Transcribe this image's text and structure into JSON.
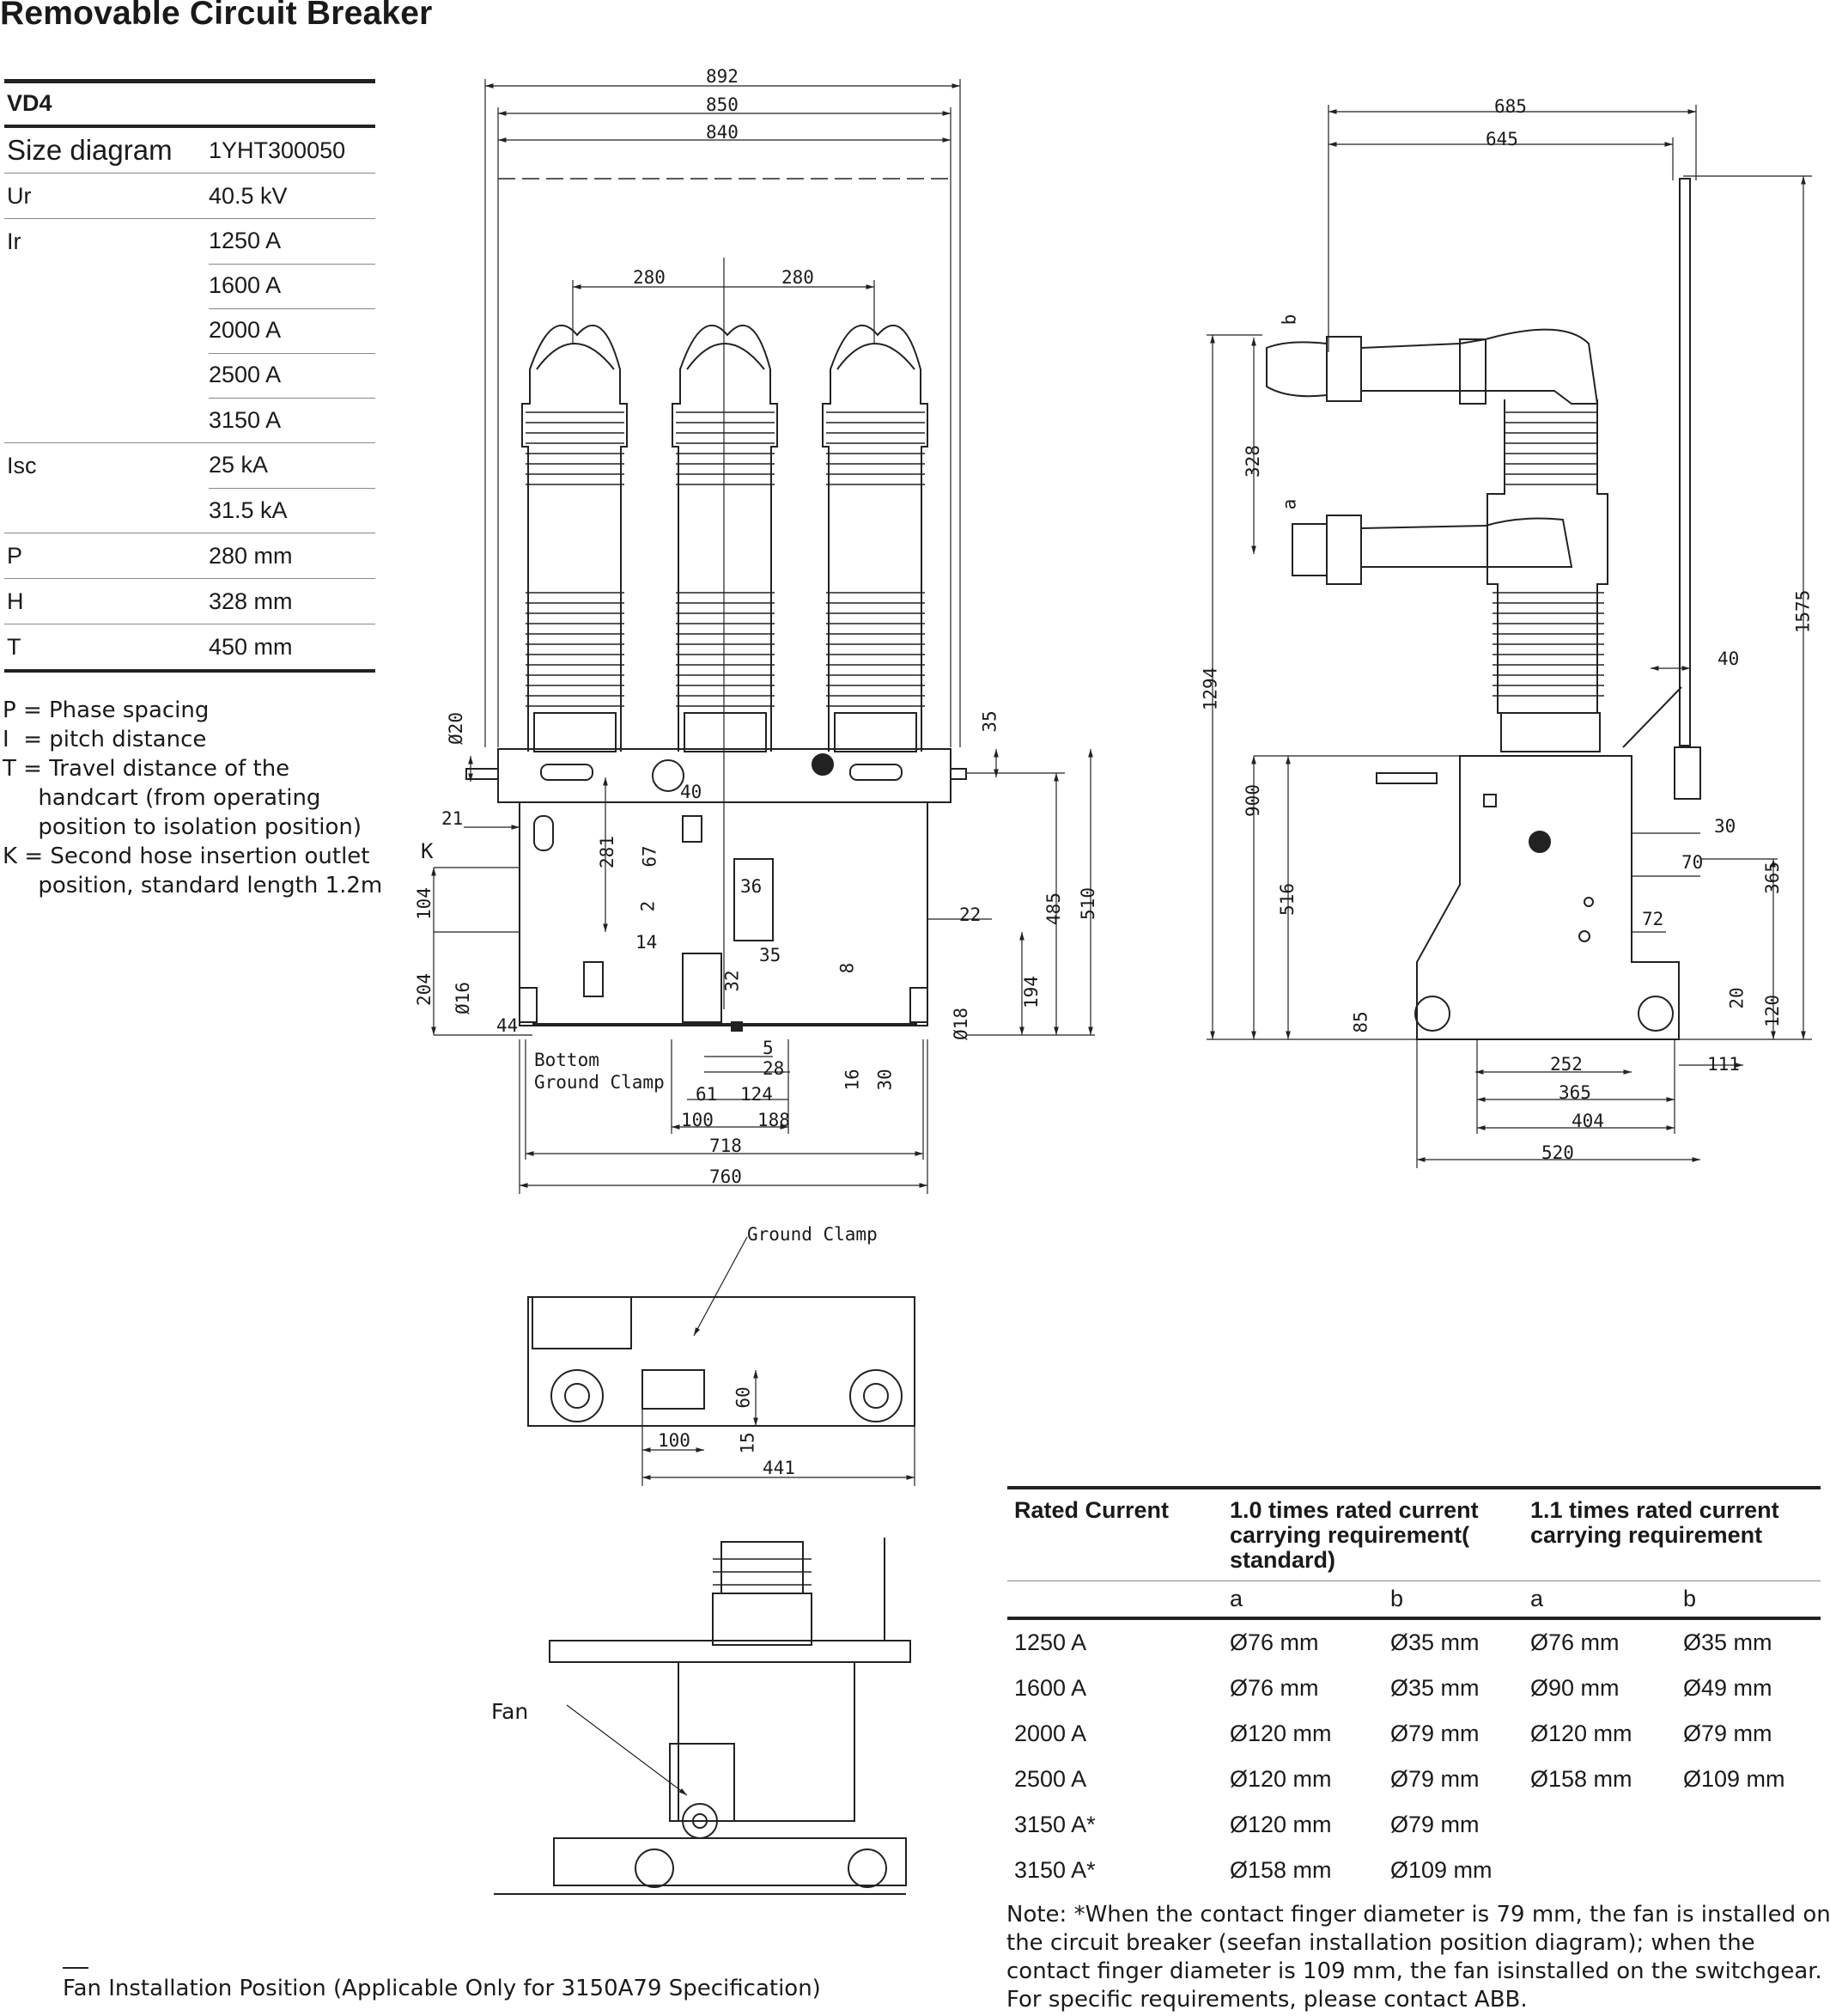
{
  "title": "Removable Circuit Breaker",
  "spec": {
    "header": "VD4",
    "rows": [
      {
        "k": "Size diagram",
        "v": "1YHT300050"
      },
      {
        "k": "Ur",
        "v": "40.5 kV"
      },
      {
        "k": "Ir",
        "v": "1250 A"
      },
      {
        "k": "",
        "v": "1600 A"
      },
      {
        "k": "",
        "v": "2000 A"
      },
      {
        "k": "",
        "v": "2500 A"
      },
      {
        "k": "",
        "v": "3150 A"
      },
      {
        "k": "Isc",
        "v": "25 kA"
      },
      {
        "k": "",
        "v": "31.5 kA"
      },
      {
        "k": "P",
        "v": "280 mm"
      },
      {
        "k": "H",
        "v": "328 mm"
      },
      {
        "k": "T",
        "v": "450 mm"
      }
    ]
  },
  "legend": [
    "P = Phase spacing",
    "I  = pitch distance",
    "T = Travel distance of the",
    "     handcart (from operating",
    "     position to isolation position)",
    "K = Second hose insertion outlet",
    "     position, standard length 1.2m"
  ],
  "front_dims": {
    "d892": "892",
    "d850": "850",
    "d840": "840",
    "d280a": "280",
    "d280b": "280",
    "d35": "35",
    "d20": "Ø20",
    "d40": "40",
    "d21": "21",
    "k": "K",
    "d281": "281",
    "d67": "67",
    "d2": "2",
    "d36": "36",
    "d104": "104",
    "d14": "14",
    "d35b": "35",
    "d32": "32",
    "d8": "8",
    "d22": "22",
    "d485": "485",
    "d510": "510",
    "d194": "194",
    "d204": "204",
    "d16": "Ø16",
    "d44": "44",
    "d18": "Ø18",
    "d5": "5",
    "d28": "28",
    "d61": "61",
    "d124": "124",
    "d100": "100",
    "d188": "188",
    "d16b": "16",
    "d30": "30",
    "d718": "718",
    "d760": "760",
    "bottom_clamp_1": "Bottom",
    "bottom_clamp_2": "Ground Clamp"
  },
  "side_dims": {
    "d685": "685",
    "d645": "645",
    "d1575": "1575",
    "db": "b",
    "d328": "328",
    "da": "a",
    "d1294": "1294",
    "d40": "40",
    "d900": "900",
    "d30": "30",
    "d70": "70",
    "d365": "365",
    "d516": "516",
    "d72": "72",
    "d20": "20",
    "d120": "120",
    "d85": "85",
    "d252": "252",
    "d111": "111",
    "d365b": "365",
    "d404": "404",
    "d520": "520"
  },
  "clamp_dims": {
    "label": "Ground Clamp",
    "d60": "60",
    "d15": "15",
    "d100": "100",
    "d441": "441"
  },
  "fan": {
    "label": "Fan",
    "caption": "Fan Installation Position (Applicable Only for 3150A79 Specification)"
  },
  "current_table": {
    "h_rated": "Rated Current",
    "h_10": "1.0 times rated current carrying requirement( standard)",
    "h_11": "1.1 times rated current carrying requirement",
    "sub": [
      "a",
      "b",
      "a",
      "b"
    ],
    "rows": [
      [
        "1250 A",
        "Ø76 mm",
        "Ø35 mm",
        "Ø76 mm",
        "Ø35 mm"
      ],
      [
        "1600 A",
        "Ø76 mm",
        "Ø35 mm",
        "Ø90 mm",
        "Ø49 mm"
      ],
      [
        "2000 A",
        "Ø120 mm",
        "Ø79 mm",
        "Ø120 mm",
        "Ø79 mm"
      ],
      [
        "2500 A",
        "Ø120 mm",
        "Ø79 mm",
        "Ø158 mm",
        "Ø109 mm"
      ],
      [
        "3150 A*",
        "Ø120 mm",
        "Ø79 mm",
        "",
        ""
      ],
      [
        "3150 A*",
        "Ø158 mm",
        "Ø109 mm",
        "",
        ""
      ]
    ],
    "note": "Note: *When the contact finger diameter is 79 mm, the fan is installed on the circuit breaker (seefan installation position diagram); when the contact finger diameter is 109 mm, the fan isinstalled on the switchgear. For specific requirements, please contact ABB."
  }
}
